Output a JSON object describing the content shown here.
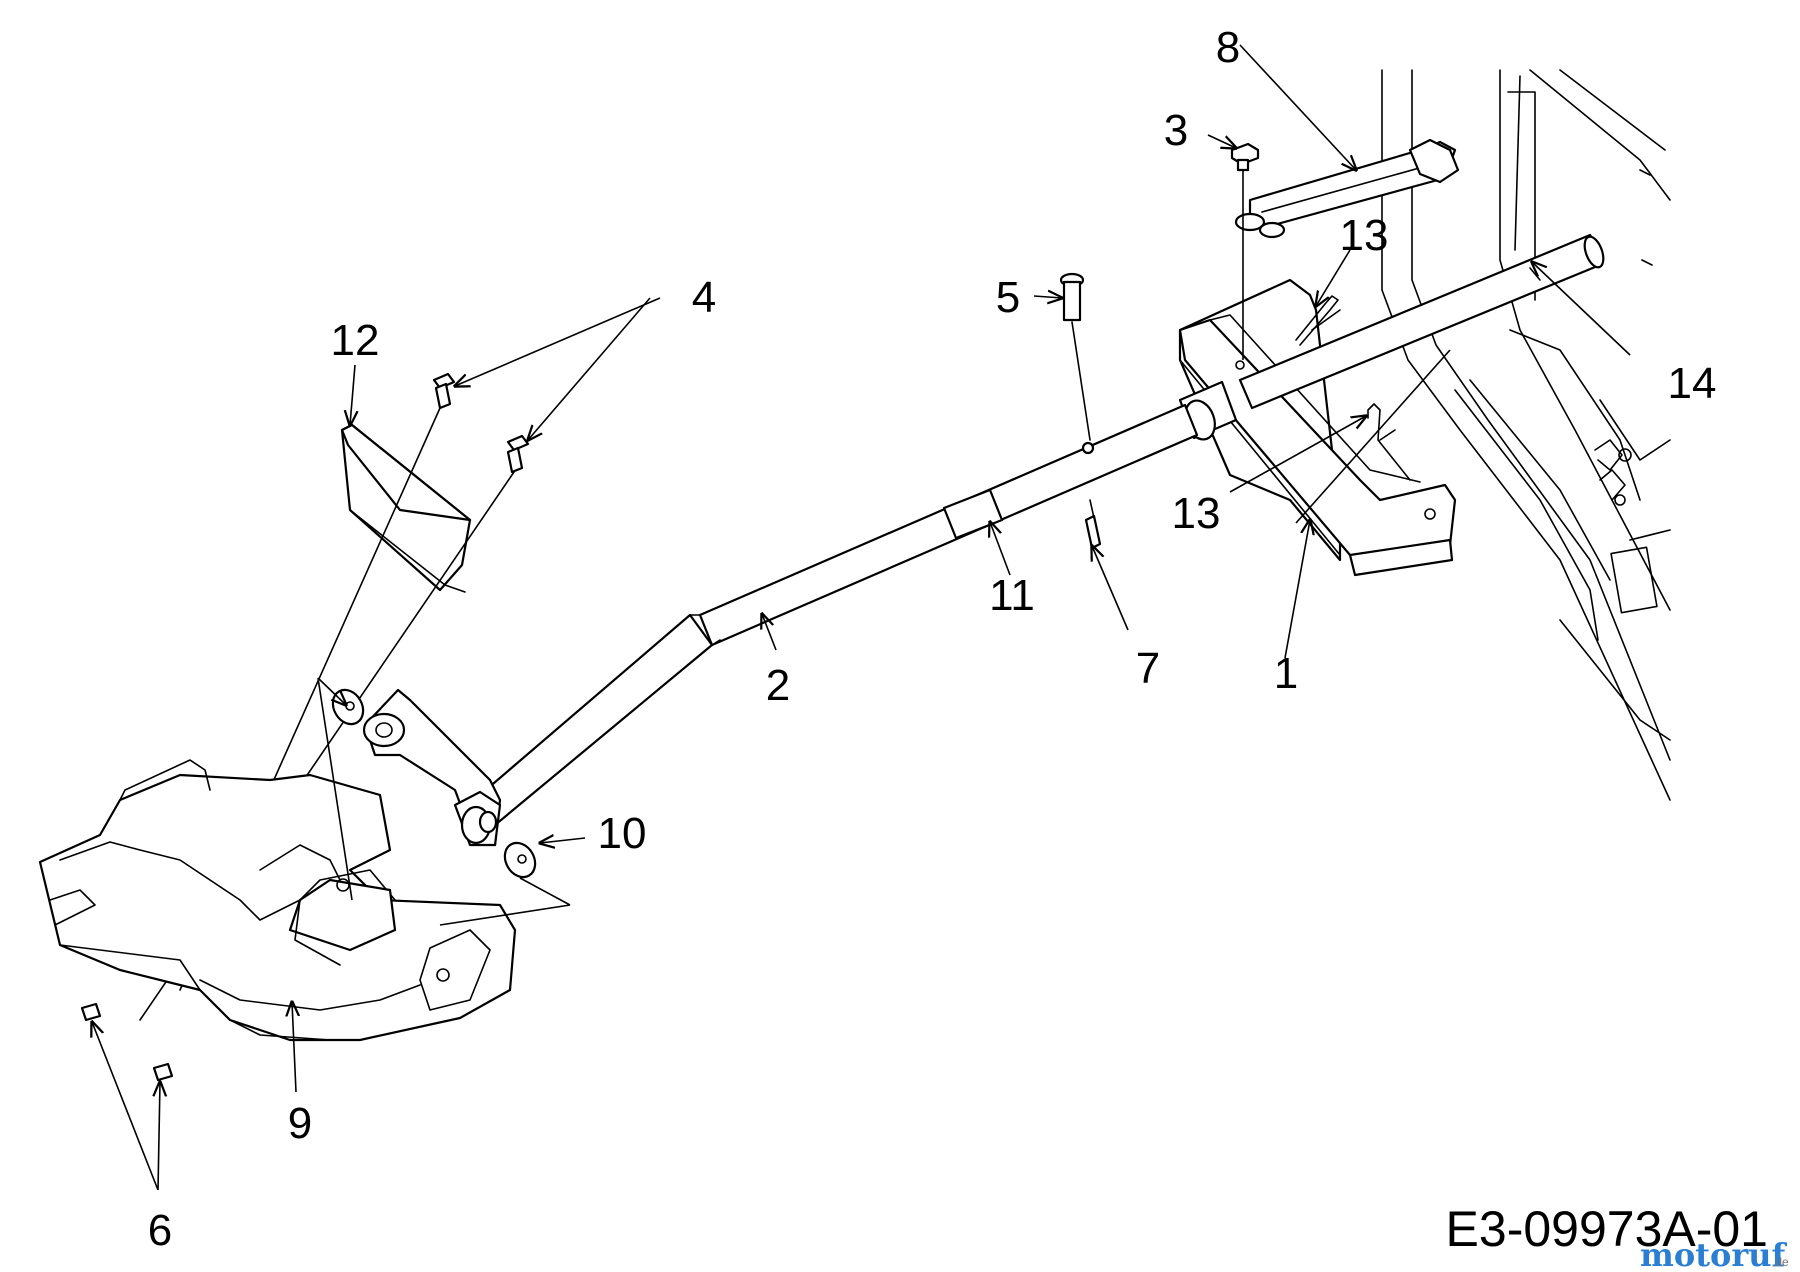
{
  "diagram": {
    "callouts": [
      "1",
      "2",
      "3",
      "4",
      "5",
      "6",
      "7",
      "8",
      "9",
      "10",
      "11",
      "12",
      "13",
      "13",
      "14"
    ],
    "drawing_code": "E3-09973A-01",
    "watermark": {
      "text": "motoruf",
      "suffix": ".de",
      "colors": [
        "#2a7fd4",
        "#f3a21b",
        "#3aa64a",
        "#e2322a"
      ]
    }
  }
}
